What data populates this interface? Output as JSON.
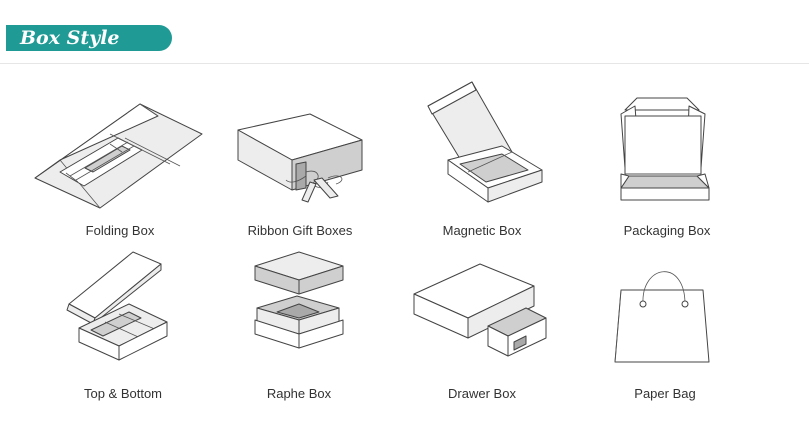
{
  "header": {
    "title": "Box Style",
    "accent_color": "#1f9a94"
  },
  "items": [
    {
      "label": "Folding Box"
    },
    {
      "label": "Ribbon Gift Boxes"
    },
    {
      "label": "Magnetic Box"
    },
    {
      "label": "Packaging Box"
    },
    {
      "label": "Top & Bottom"
    },
    {
      "label": "Raphe Box"
    },
    {
      "label": "Drawer Box"
    },
    {
      "label": "Paper Bag"
    }
  ]
}
